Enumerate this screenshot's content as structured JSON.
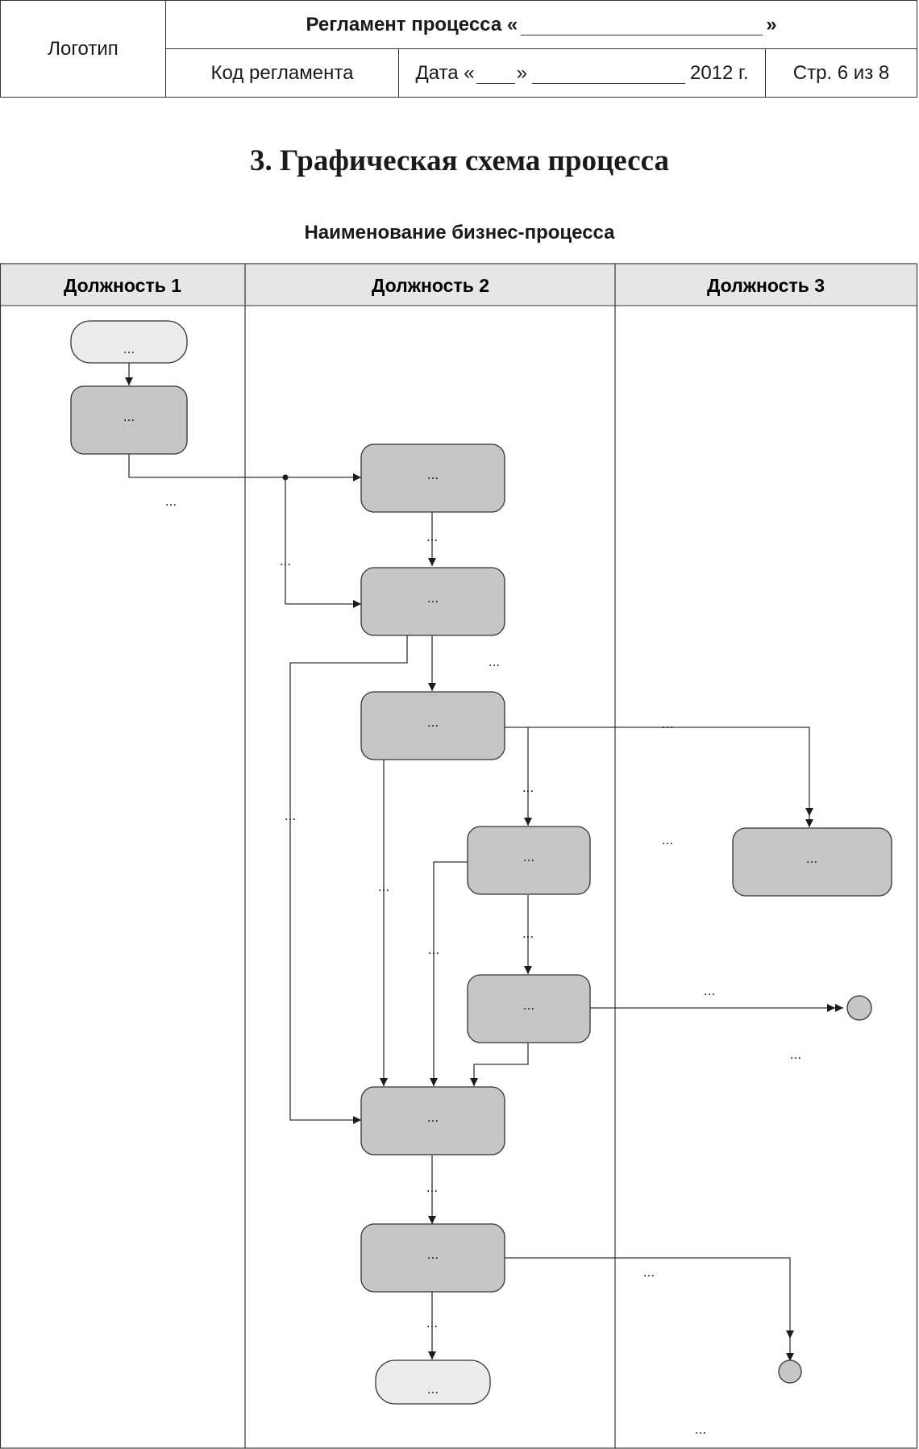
{
  "header": {
    "logo": "Логотип",
    "title_prefix": "Регламент процесса «",
    "title_suffix": "»",
    "code_label": "Код регламента",
    "date_prefix": "Дата «",
    "date_mid": "»",
    "date_year": "2012 г.",
    "page": "Стр. 6 из 8"
  },
  "section_title": "3. Графическая схема процесса",
  "process_name": "Наименование бизнес-процесса",
  "lanes": [
    "Должность 1",
    "Должность 2",
    "Должность 3"
  ],
  "node_text": "...",
  "edge_label": "...",
  "colors": {
    "terminal_fill": "#ececec",
    "task_fill": "#c6c6c6",
    "lane_header_fill": "#e6e6e6",
    "line": "#333333"
  }
}
